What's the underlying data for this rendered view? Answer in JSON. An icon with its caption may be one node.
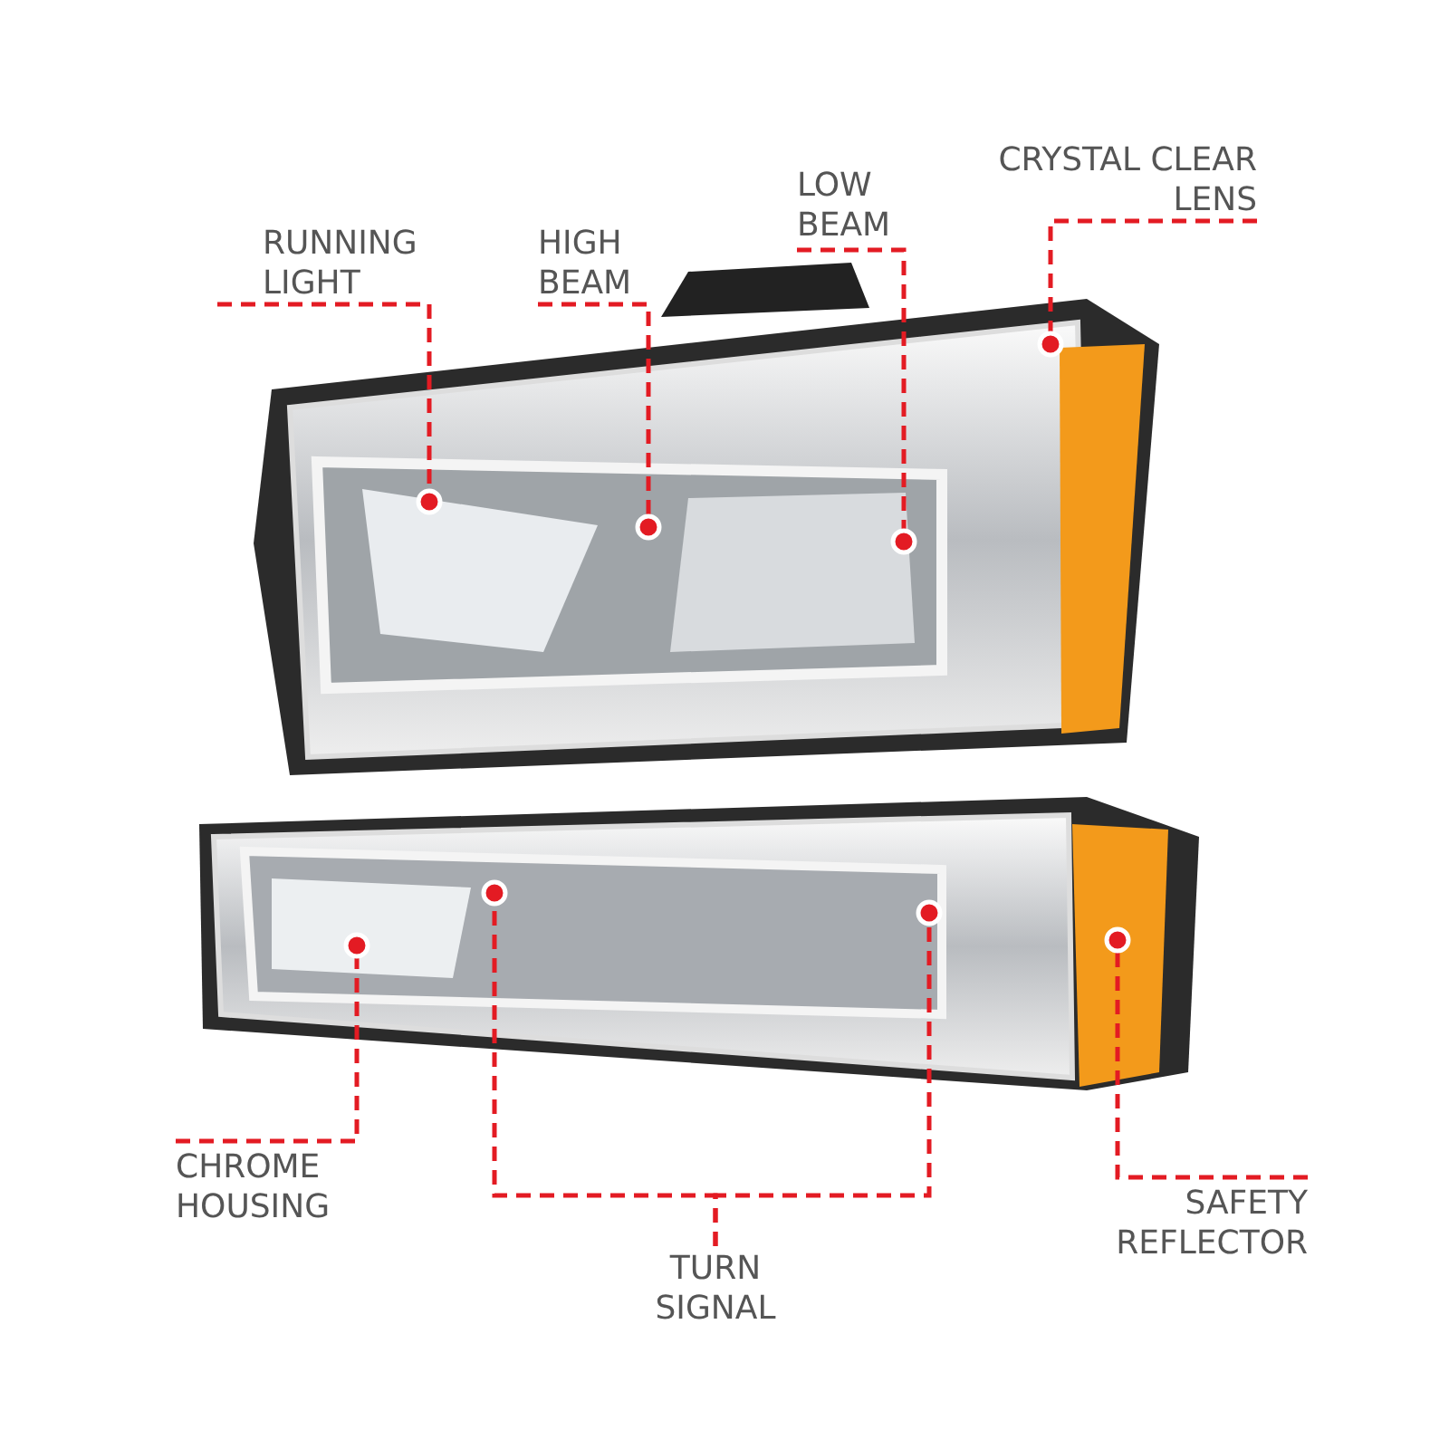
{
  "diagram": {
    "nodes": [
      {
        "text": [
          "RUNNING LIGHT"
        ]
      },
      {
        "text": [
          "HIGH BEAM"
        ]
      },
      {
        "text": [
          "LOW BEAM"
        ]
      },
      {
        "text": [
          "CRYSTAL CLEAR LENS"
        ]
      },
      {
        "text": [],
        "shape": "circle"
      },
      {
        "text": [],
        "shape": "circle"
      },
      {
        "text": [],
        "shape": "circle"
      },
      {
        "text": [],
        "shape": "circle"
      },
      {
        "text": [],
        "shape": "circle"
      },
      {
        "text": [],
        "shape": "circle"
      },
      {
        "text": [],
        "shape": "circle"
      },
      {
        "text": [],
        "shape": "circle"
      },
      {
        "text": [
          "CHROME HOUSING"
        ]
      },
      {
        "text": [
          "SAFETY REFLECTOR"
        ]
      },
      {
        "text": [
          "TURN SIGNAL"
        ]
      }
    ],
    "edges": [
      {
        "from": 0,
        "to": 5,
        "arrow": "none",
        "style": "dashed"
      },
      {
        "from": 1,
        "to": 6,
        "arrow": "none",
        "style": "dashed"
      },
      {
        "from": 2,
        "to": 7,
        "arrow": "none",
        "style": "dashed"
      },
      {
        "from": 3,
        "to": 4,
        "arrow": "none",
        "style": "dashed"
      },
      {
        "from": 12,
        "to": 10,
        "arrow": "none",
        "style": "dashed"
      },
      {
        "from": 14,
        "to": 8,
        "arrow": "none",
        "style": "dashed"
      },
      {
        "from": 14,
        "to": 9,
        "arrow": "none",
        "style": "dashed"
      },
      {
        "from": 13,
        "to": 11,
        "arrow": "none",
        "style": "dashed"
      }
    ]
  }
}
